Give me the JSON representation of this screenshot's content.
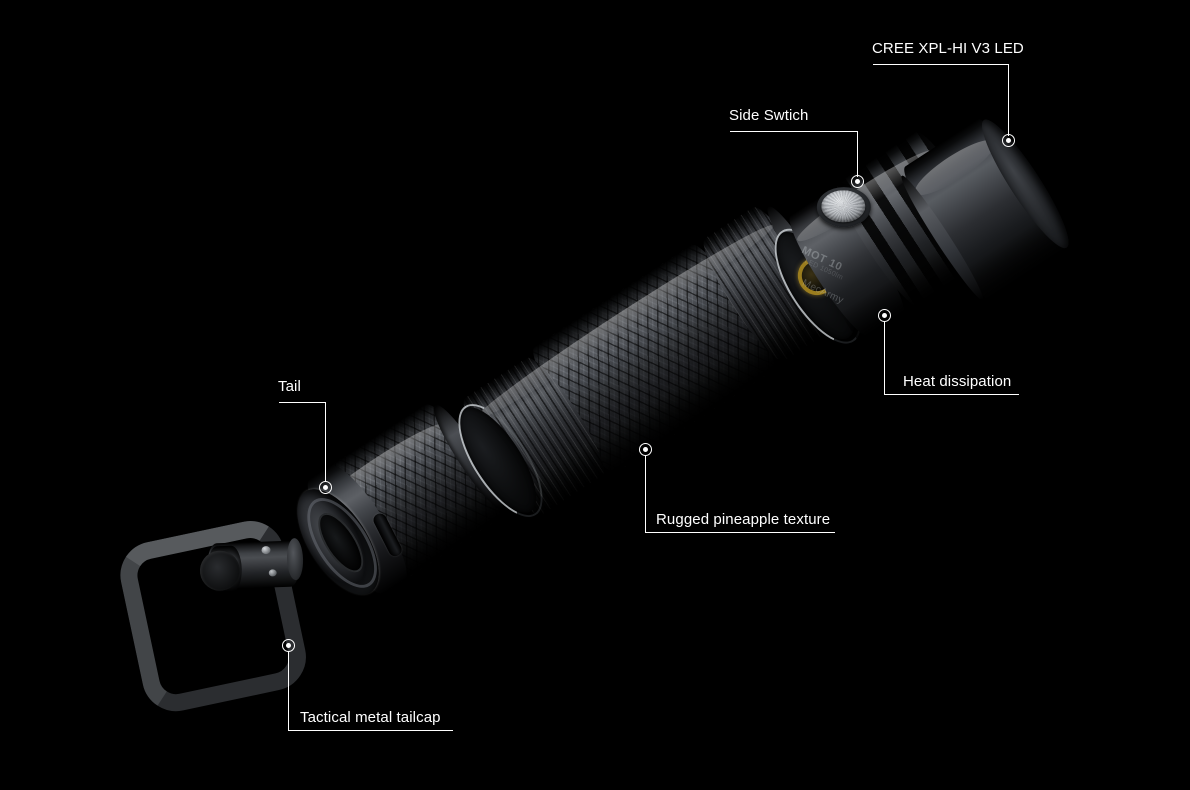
{
  "scene": {
    "background_color": "#000000",
    "product_name": "Tactical LED Flashlight (exploded view)",
    "line_color": "#ffffff",
    "label_color": "#ffffff"
  },
  "callouts": [
    {
      "id": "led",
      "label": "CREE XPL-HI V3 LED",
      "marker_name": "callout-marker-led"
    },
    {
      "id": "switch",
      "label": "Side Swtich",
      "marker_name": "callout-marker-side-switch"
    },
    {
      "id": "heat",
      "label": "Heat dissipation",
      "marker_name": "callout-marker-heat-dissipation"
    },
    {
      "id": "texture",
      "label": "Rugged pineapple texture",
      "marker_name": "callout-marker-texture"
    },
    {
      "id": "tail",
      "label": "Tail",
      "marker_name": "callout-marker-tail"
    },
    {
      "id": "tailcap",
      "label": "Tactical metal tailcap",
      "marker_name": "callout-marker-tailcap"
    }
  ],
  "engraving": {
    "model": "MOT 10",
    "sub": "LED 1050lm",
    "brand": "MecArmy"
  },
  "parts": [
    {
      "id": "swivel",
      "name": "quick-detach sling swivel"
    },
    {
      "id": "tailcap",
      "name": "tactical metal tailcap"
    },
    {
      "id": "battery-tube",
      "name": "knurled battery tube"
    },
    {
      "id": "head",
      "name": "finned head with side switch"
    },
    {
      "id": "bezel",
      "name": "LED bezel head"
    }
  ]
}
